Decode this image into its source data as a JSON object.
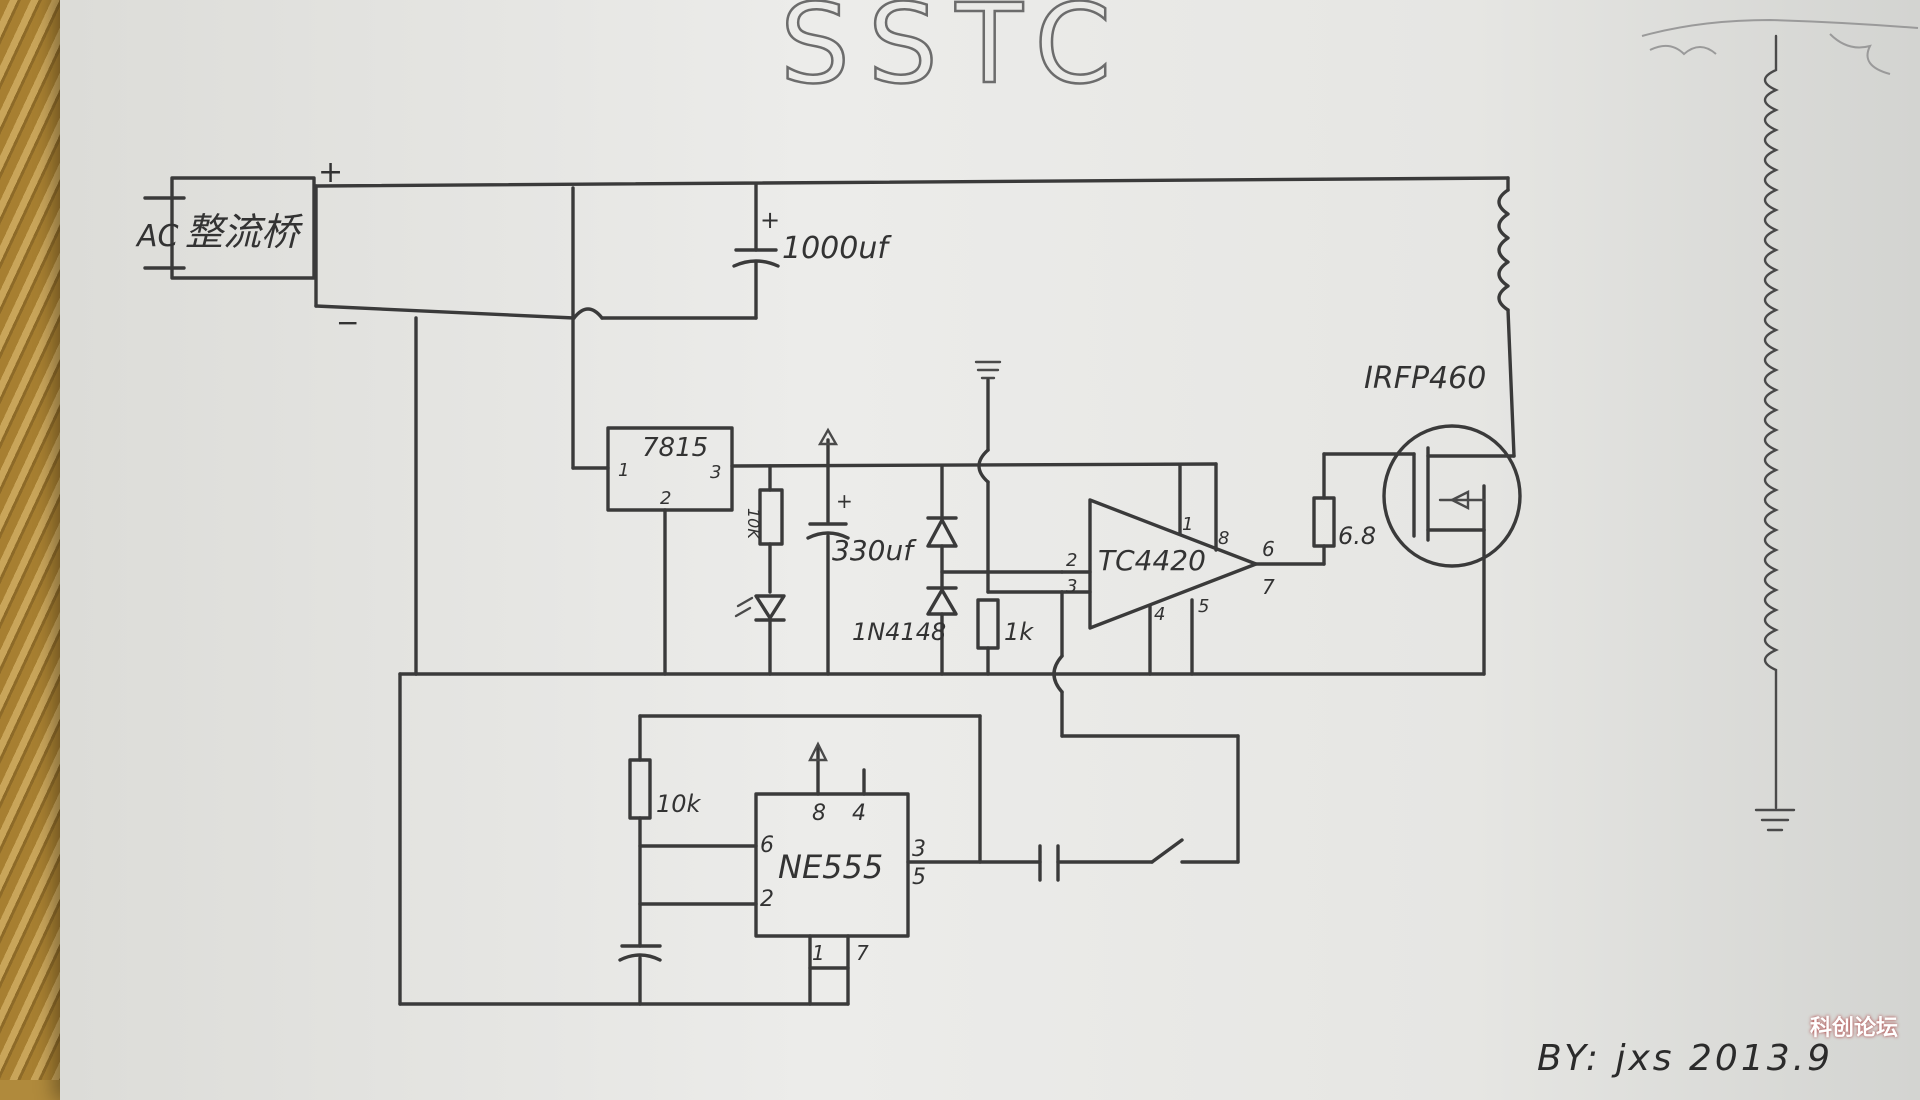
{
  "title": "SSTC",
  "credit": "BY: jxs  2013.9",
  "watermark": "科创论坛",
  "labels": {
    "ac": "AC",
    "rectifier": "整流桥",
    "plus": "+",
    "minus": "−",
    "cap_main": "1000uf",
    "regulator": "7815",
    "reg_pin1": "1",
    "reg_pin2": "2",
    "reg_pin3": "3",
    "r_led": "10K",
    "cap_330": "330uf",
    "diode": "1N4148",
    "r_1k": "1k",
    "driver": "TC4420",
    "drv_pin1": "1",
    "drv_pin2": "2",
    "drv_pin3": "3",
    "drv_pin4": "4",
    "drv_pin5": "5",
    "drv_pin6": "6",
    "drv_pin7": "7",
    "drv_pin8": "8",
    "r_gate": "6.8",
    "mosfet": "IRFP460",
    "timer": "NE555",
    "t_pin8": "8",
    "t_pin4": "4",
    "t_pin6": "6",
    "t_pin2": "2",
    "t_pin3": "3",
    "t_pin5": "5",
    "t_pin1": "1",
    "t_pin7": "7",
    "r_10k": "10k"
  }
}
